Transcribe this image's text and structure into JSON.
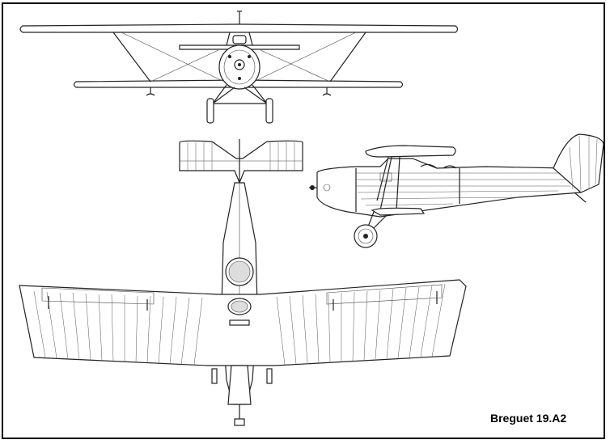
{
  "caption": "Breguet 19.A2",
  "colors": {
    "line": "#222222",
    "background": "#ffffff",
    "frame": "#000000"
  },
  "views": [
    "front-view",
    "side-view",
    "top-view"
  ]
}
